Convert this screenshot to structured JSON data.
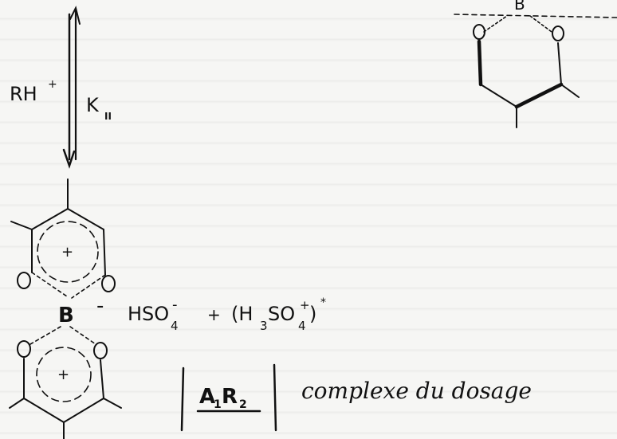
{
  "labels": {
    "protonation_reagent": "RH",
    "protonation_charge": "+",
    "rate_constant": "K",
    "rate_constant_subscript": "II",
    "atom_o": "O",
    "atom_b": "B",
    "b_charge": "-",
    "center_charge": "+"
  },
  "equation": {
    "counter_ion": "HSO",
    "counter_ion_sub": "4",
    "counter_ion_charge": "-",
    "plus": "+",
    "open_paren": "(H",
    "h_sub": "3",
    "so": "SO",
    "so_sub": "4",
    "so_charge": "+",
    "close_paren": ")",
    "superscript_mark": "*"
  },
  "complex": {
    "code_a": "A",
    "code_a_sub": "1",
    "code_r": "R",
    "code_r_sub": "2",
    "caption": "complexe du dosage"
  },
  "colors": {
    "ink": "#111111",
    "paper": "#f6f6f4"
  }
}
